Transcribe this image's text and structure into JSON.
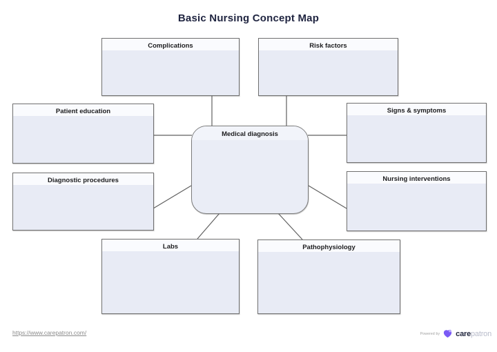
{
  "title": "Basic Nursing Concept Map",
  "diagram": {
    "center": {
      "label": "Medical diagnosis"
    },
    "nodes": [
      {
        "id": "complications",
        "label": "Complications"
      },
      {
        "id": "risk-factors",
        "label": "Risk factors"
      },
      {
        "id": "patient-education",
        "label": "Patient education"
      },
      {
        "id": "signs-symptoms",
        "label": "Signs & symptoms"
      },
      {
        "id": "diagnostic-procedures",
        "label": "Diagnostic procedures"
      },
      {
        "id": "nursing-interventions",
        "label": "Nursing interventions"
      },
      {
        "id": "labs",
        "label": "Labs"
      },
      {
        "id": "pathophysiology",
        "label": "Pathophysiology"
      }
    ]
  },
  "footer": {
    "link": "https://www.carepatron.com/",
    "powered_by": "Powered by",
    "brand_care": "care",
    "brand_patron": "patron"
  },
  "colors": {
    "title_text": "#1f2440",
    "node_border": "#6f6f6f",
    "node_fill": "#e8ebf5",
    "node_header_fill": "#fafbfe",
    "connector": "#5f5f5f",
    "brand_purple": "#7a5af5",
    "brand_purple_light": "#b9a7fb",
    "link_gray": "#8b8b8b"
  }
}
